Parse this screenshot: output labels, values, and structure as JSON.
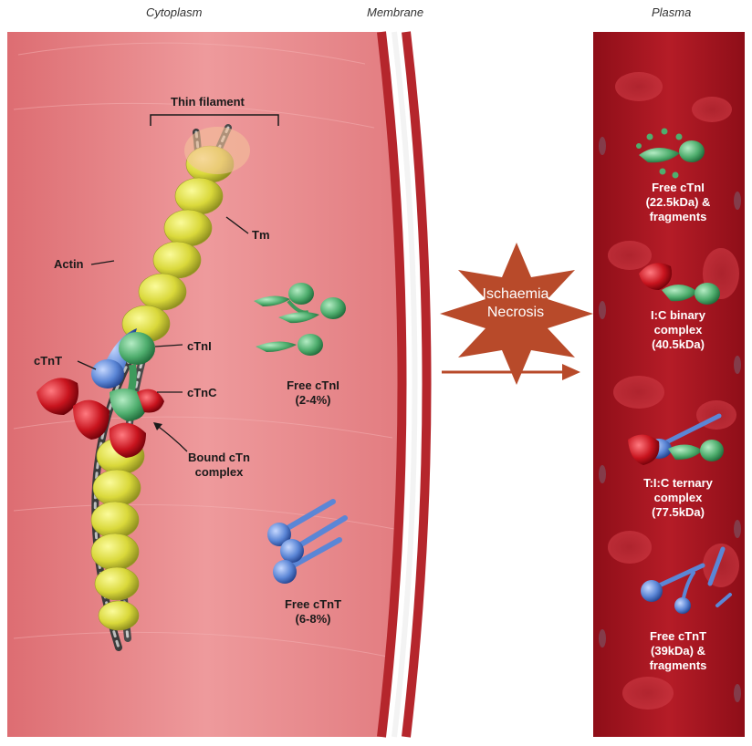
{
  "regions": {
    "cytoplasm": "Cytoplasm",
    "membrane": "Membrane",
    "plasma": "Plasma"
  },
  "filament": {
    "thin_filament": "Thin filament",
    "tm": "Tm",
    "actin": "Actin",
    "ctni": "cTnI",
    "ctnt": "cTnT",
    "ctnc": "cTnC",
    "bound_line1": "Bound cTn",
    "bound_line2": "complex"
  },
  "cytoplasm_free": {
    "ctni_line1": "Free cTnI",
    "ctni_line2": "(2-4%)",
    "ctnt_line1": "Free cTnT",
    "ctnt_line2": "(6-8%)"
  },
  "event": {
    "line1": "Ischaemia",
    "line2": "Necrosis"
  },
  "plasma_forms": [
    {
      "line1": "Free cTnI",
      "line2": "(22.5kDa) &",
      "line3": "fragments"
    },
    {
      "line1": "I:C binary",
      "line2": "complex",
      "line3": "(40.5kDa)"
    },
    {
      "line1": "T:I:C ternary",
      "line2": "complex",
      "line3": "(77.5kDa)"
    },
    {
      "line1": "Free cTnT",
      "line2": "(39kDa) &",
      "line3": "fragments"
    }
  ],
  "colors": {
    "cytoplasm": "#e8878b",
    "plasma": "#b01a24",
    "membrane": "#b5262c",
    "ctni_green": "#4fae6e",
    "ctnt_blue": "#5b86d6",
    "ctnc_red": "#c8141e",
    "actin_yellow": "#e3e24a",
    "star": "#b84a2a"
  }
}
